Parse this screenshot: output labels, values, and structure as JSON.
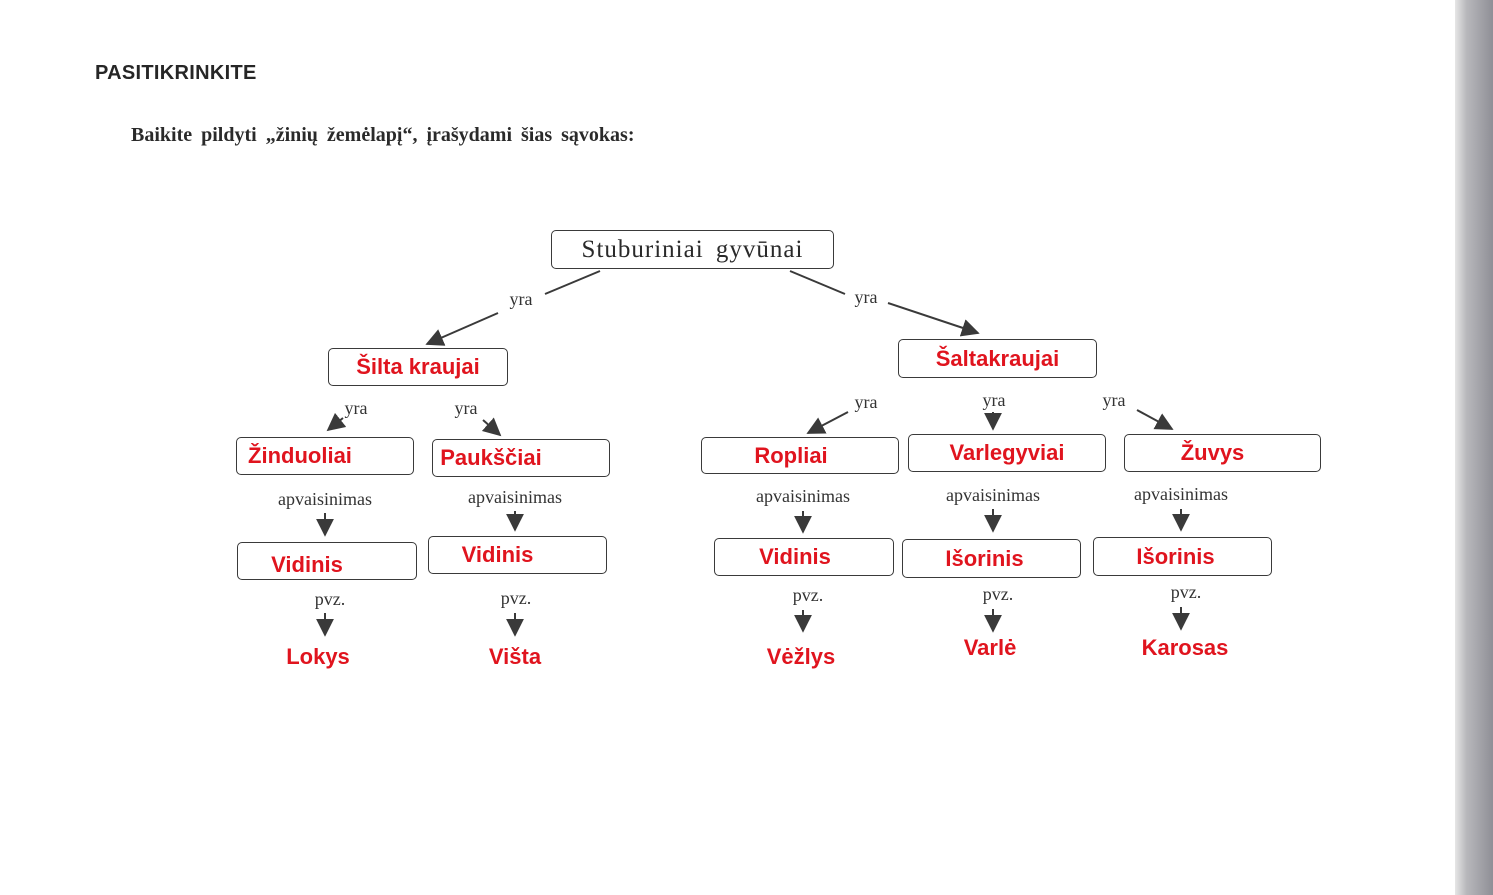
{
  "heading": "PASITIKRINKITE",
  "instruction": "Baikite pildyti „žinių žemėlapį“, įrašydami šias sąvokas:",
  "diagram": {
    "root": "Stuburiniai gyvūnai",
    "edge_labels": {
      "yra": "yra",
      "apvaisinimas": "apvaisinimas",
      "pvz": "pvz."
    },
    "groups": {
      "warm": "Šilta kraujai",
      "cold": "Šaltakraujai"
    },
    "classes": {
      "mammals": "Žinduoliai",
      "birds": "Paukščiai",
      "reptiles": "Ropliai",
      "amphibians": "Varlegyviai",
      "fish": "Žuvys"
    },
    "fertilization": {
      "mammals": "Vidinis",
      "birds": "Vidinis",
      "reptiles": "Vidinis",
      "amphibians": "Išorinis",
      "fish": "Išorinis"
    },
    "examples": {
      "mammals": "Lokys",
      "birds": "Višta",
      "reptiles": "Vėžlys",
      "amphibians": "Varlė",
      "fish": "Karosas"
    },
    "colors": {
      "answer_text": "#e0141e",
      "printed_text": "#2a2a2a",
      "lines": "#3a3a3a"
    }
  }
}
